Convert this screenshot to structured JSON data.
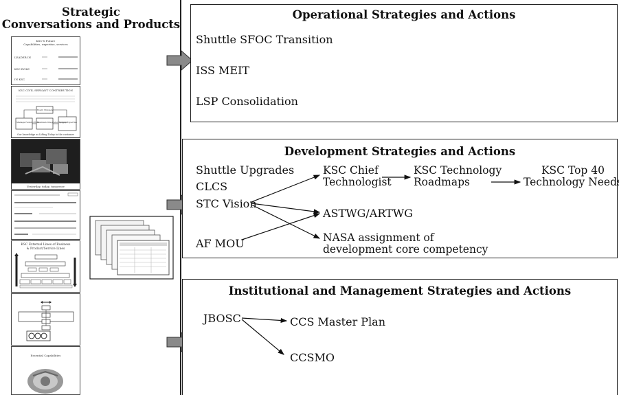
{
  "left_panel": {
    "title_line1": "Strategic",
    "title_line2": "Conversations and Products",
    "thumb1": {
      "title": "KSC'S Future",
      "subtitle": "Capabilities, expertise, services",
      "rows": [
        "LEADER IN",
        "KSC ROLE",
        "IN KSC"
      ]
    },
    "thumb2": {
      "title": "KSC CIVIL SERVANT CONTRIBUTION",
      "box_top": "Board Strategy",
      "box_left": "Manage Federal Role",
      "box_mid": "Maintain Integrated Systems",
      "box_right": "Supply Expertise",
      "caption": "Our knowledge as Lifting Today to the customer"
    },
    "thumb3": {
      "caption": "Yesterday, today, tomorrow"
    },
    "thumb5": {
      "title_line1": "KSC External Lines of Business",
      "title_line2": "& Product/Service Lines"
    },
    "thumb7": {
      "caption": "Essential Capabilities"
    }
  },
  "operational": {
    "title": "Operational Strategies and Actions",
    "items": [
      "Shuttle SFOC Transition",
      "ISS MEIT",
      "LSP Consolidation"
    ]
  },
  "development": {
    "title": "Development Strategies and Actions",
    "left_items": [
      "Shuttle Upgrades",
      "CLCS",
      "STC Vision"
    ],
    "af_mou": "AF MOU",
    "chief_tech": [
      "KSC Chief",
      "Technologist"
    ],
    "roadmaps": [
      "KSC Technology",
      "Roadmaps"
    ],
    "top40": [
      "KSC Top 40",
      "Technology Needs"
    ],
    "astwg": "ASTWG/ARTWG",
    "nasa_assign": [
      "NASA assignment of",
      "development core competency"
    ]
  },
  "institutional": {
    "title": "Institutional and Management Strategies and Actions",
    "jbosc": "JBOSC",
    "ccs_master": "CCS Master Plan",
    "ccsmo": "CCSMO"
  }
}
